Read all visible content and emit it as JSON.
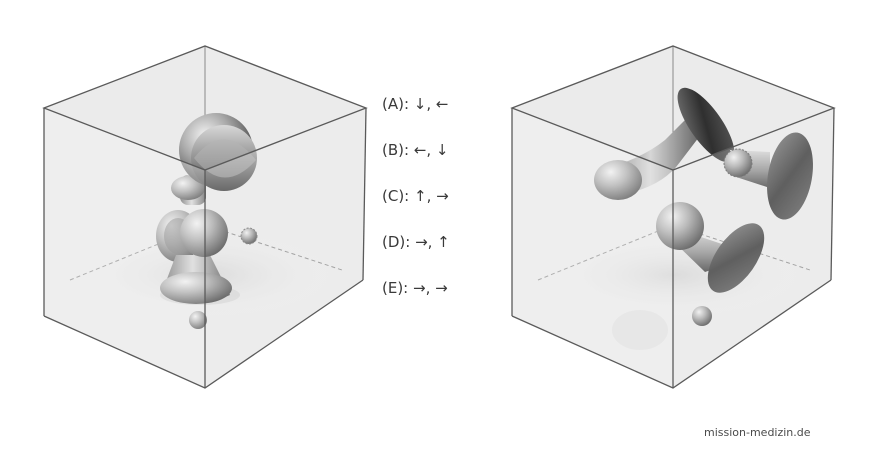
{
  "figures": {
    "left": {
      "label": ""
    },
    "right": {
      "label": ""
    }
  },
  "options": [
    {
      "letter": "(A)",
      "text": "(A): ↓, ←"
    },
    {
      "letter": "(B)",
      "text": "(B): ←, ↓"
    },
    {
      "letter": "(C)",
      "text": "(C): ↑, →"
    },
    {
      "letter": "(D)",
      "text": "(D): →, ↑"
    },
    {
      "letter": "(E)",
      "text": "(E): →, →"
    }
  ],
  "credit": "mission-medizin.de",
  "colors": {
    "cube_edge": "#5a5a5a",
    "cube_face": "#e9e9e9",
    "object_light": "#d9d9d9",
    "object_dark": "#4a4a4a",
    "text": "#3a3a3a"
  }
}
